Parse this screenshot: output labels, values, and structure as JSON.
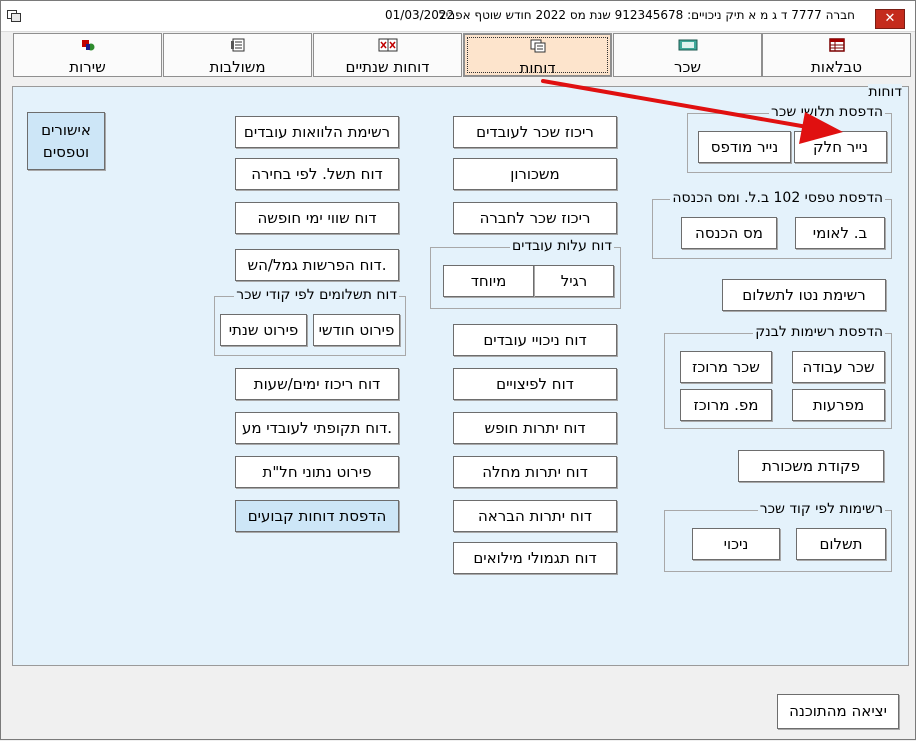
{
  "titlebar": {
    "title": "חברה 7777 ד ג מ א תיק ניכויים: 912345678   שנת מס 2022   חודש שוטף אפריל",
    "date": "01/03/2022",
    "close": "✕"
  },
  "tabs": [
    {
      "label": "טבלאות",
      "icon": "table-icon"
    },
    {
      "label": "שכר",
      "icon": "money-icon"
    },
    {
      "label": "דוחות",
      "icon": "reports-icon"
    },
    {
      "label": "דוחות שנתיים",
      "icon": "annual-reports-icon"
    },
    {
      "label": "משולבות",
      "icon": "combined-icon"
    },
    {
      "label": "שירות",
      "icon": "service-icon"
    }
  ],
  "panel": {
    "title": "דוחות",
    "approvals_button": "אישורים\nוטפסים",
    "left_column": {
      "loans_list": "רשימת הלוואות עובדים",
      "payment_report_choice": "דוח תשל. לפי בחירה",
      "vacation_value": "דוח שווי ימי חופשה",
      "provident_deductions": "דוח הפרשות גמל/הש.",
      "payments_by_code_group": "דוח תשלומים לפי קודי שכר",
      "monthly_detail": "פירוט חודשי",
      "yearly_detail": "פירוט שנתי",
      "days_hours_summary": "דוח ריכוז ימים/שעות",
      "periodic_report": "דוח תקופתי לעובדי מע.",
      "sick_data_detail": "פירוט נתוני חל\"ת",
      "print_fixed_reports": "הדפסת דוחות קבועים"
    },
    "middle_column": {
      "salary_summary_employees": "ריכוז שכר לעובדים",
      "payroll_register": "משכורון",
      "salary_summary_company": "ריכוז שכר לחברה",
      "employee_cost_group": "דוח עלות עובדים",
      "regular": "רגיל",
      "special": "מיוחד",
      "employee_deductions": "דוח ניכויי עובדים",
      "severance": "דוח לפיצויים",
      "vacation_balance": "דוח יתרות חופש",
      "sick_balance": "דוח יתרות מחלה",
      "recovery_balance": "דוח יתרות הבראה",
      "reserve_duty": "דוח תגמולי מילואים"
    },
    "right_column": {
      "payslip_print_group": "הדפסת תלושי שכר",
      "smooth_paper": "נייר חלק",
      "printed_paper": "נייר מודפס",
      "form102_group": "הדפסת טפסי 102 ב.ל. ומס הכנסה",
      "national_insurance": "ב. לאומי",
      "income_tax": "מס הכנסה",
      "net_payment_list": "רשימת נטו לתשלום",
      "bank_lists_group": "הדפסת רשימות לבנק",
      "work_salary": "שכר עבודה",
      "central_salary": "שכר מרוכז",
      "details": "מפרעות",
      "central_num": "מפ. מרוכז",
      "salary_order": "פקודת משכורת",
      "lists_by_code_group": "רשימות לפי קוד שכר",
      "payment": "תשלום",
      "deduction": "ניכוי"
    }
  },
  "footer": {
    "exit_button": "יציאה מהתוכנה"
  }
}
